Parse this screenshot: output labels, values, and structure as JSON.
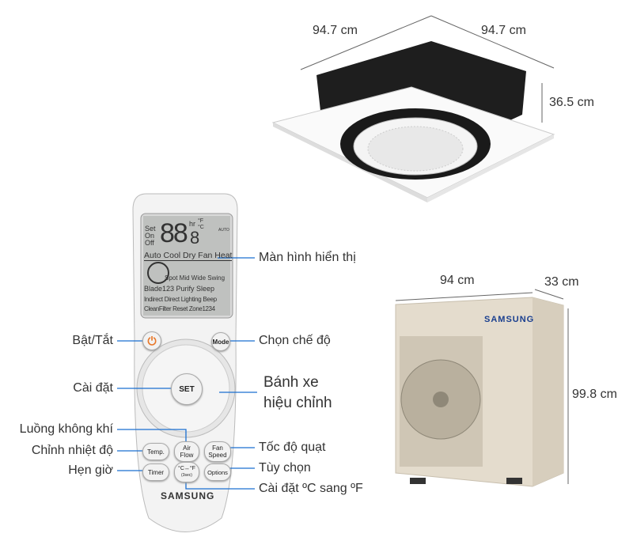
{
  "dimensions": {
    "indoor_width": "94.7 cm",
    "indoor_depth": "94.7 cm",
    "indoor_height": "36.5 cm",
    "outdoor_width": "94 cm",
    "outdoor_depth": "33 cm",
    "outdoor_height": "99.8 cm"
  },
  "brand": "SAMSUNG",
  "callouts": {
    "display": "Màn hình hiển thị",
    "power": "Bật/Tắt",
    "mode": "Chọn chế độ",
    "set": "Cài đặt",
    "wheel_line1": "Bánh xe",
    "wheel_line2": "hiệu chỉnh",
    "airflow": "Luồng không khí",
    "fan_speed": "Tốc độ quạt",
    "temp": "Chỉnh nhiệt độ",
    "options": "Tùy chọn",
    "timer": "Hẹn giờ",
    "unit_switch": "Cài đặt ºC sang ºF"
  },
  "remote": {
    "lcd": {
      "set": "Set",
      "on": "On",
      "off": "Off",
      "digits": "88",
      "digit_small": "8",
      "hr": "hr",
      "deg_f": "°F",
      "deg_c": "°C",
      "auto": "AUTO",
      "modes": "Auto Cool Dry Fan Heat",
      "swing": "Spot  Mid  Wide Swing",
      "row1": "Blade123  Purify  Sleep",
      "row2": "Indirect Direct Lighting Beep",
      "row3": "CleanFilter Reset Zone1234"
    },
    "buttons": {
      "mode": "Mode",
      "set": "SET",
      "temp": "Temp.",
      "air1": "Air",
      "air2": "Flow",
      "fan1": "Fan",
      "fan2": "Speed",
      "timer": "Timer",
      "cf1": "°C↔°F",
      "cf2": "(3sec)",
      "options": "Options"
    }
  },
  "colors": {
    "callout_line": "#1a6fd1",
    "power_icon": "#e8782a"
  }
}
